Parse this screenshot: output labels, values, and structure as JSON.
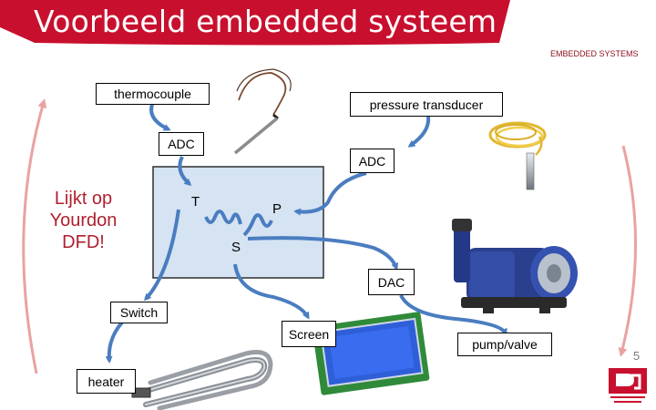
{
  "slide": {
    "title": "Voorbeeld embedded systeem",
    "brand": "EMBEDDED SYSTEMS",
    "page_number": "5",
    "note": "Lijkt op Yourdon DFD!"
  },
  "diagram": {
    "inputs": {
      "sensor1": "thermocouple",
      "sensor2": "pressure transducer"
    },
    "converters": {
      "adc1": "ADC",
      "adc2": "ADC",
      "dac": "DAC"
    },
    "processes": {
      "t": "T",
      "p": "P",
      "s": "S"
    },
    "outputs": {
      "switch": "Switch",
      "heater": "heater",
      "screen": "Screen",
      "pump": "pump/valve"
    }
  },
  "colors": {
    "title_band": "#c8102e",
    "process_box": "#d5e3f3",
    "flow_arrow": "#4a7dc0",
    "cycle_arrow": "#e9a2a2",
    "note_text": "#b01f2f"
  }
}
